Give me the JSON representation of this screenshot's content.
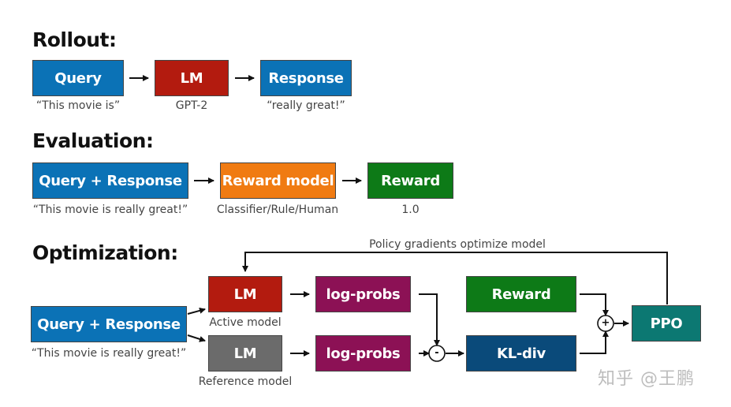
{
  "sections": {
    "rollout": "Rollout:",
    "evaluation": "Evaluation:",
    "optimization": "Optimization:"
  },
  "rollout": {
    "query": {
      "label": "Query",
      "caption": "“This movie is”"
    },
    "lm": {
      "label": "LM",
      "caption": "GPT-2"
    },
    "response": {
      "label": "Response",
      "caption": "“really great!”"
    }
  },
  "evaluation": {
    "query_response": {
      "label": "Query + Response",
      "caption": "“This movie is really great!”"
    },
    "reward_model": {
      "label": "Reward model",
      "caption": "Classifier/Rule/Human"
    },
    "reward": {
      "label": "Reward",
      "caption": "1.0"
    }
  },
  "optimization": {
    "query_response": {
      "label": "Query + Response",
      "caption": "“This movie is really great!”"
    },
    "active_lm": {
      "label": "LM",
      "caption": "Active model"
    },
    "reference_lm": {
      "label": "LM",
      "caption": "Reference model"
    },
    "logprobs_top": {
      "label": "log-probs"
    },
    "logprobs_bottom": {
      "label": "log-probs"
    },
    "reward": {
      "label": "Reward"
    },
    "kl_div": {
      "label": "KL-div"
    },
    "ppo": {
      "label": "PPO"
    },
    "minus_op": "-",
    "plus_op": "+",
    "feedback_label": "Policy gradients optimize model"
  },
  "watermark": "知乎 @王鹏",
  "colors": {
    "blue": "#0b72b6",
    "red": "#b31b0f",
    "orange": "#f07b12",
    "green": "#0d7a17",
    "magenta": "#8c1155",
    "navy": "#0a4a7a",
    "teal": "#0c7872",
    "gray": "#6b6b6b"
  }
}
